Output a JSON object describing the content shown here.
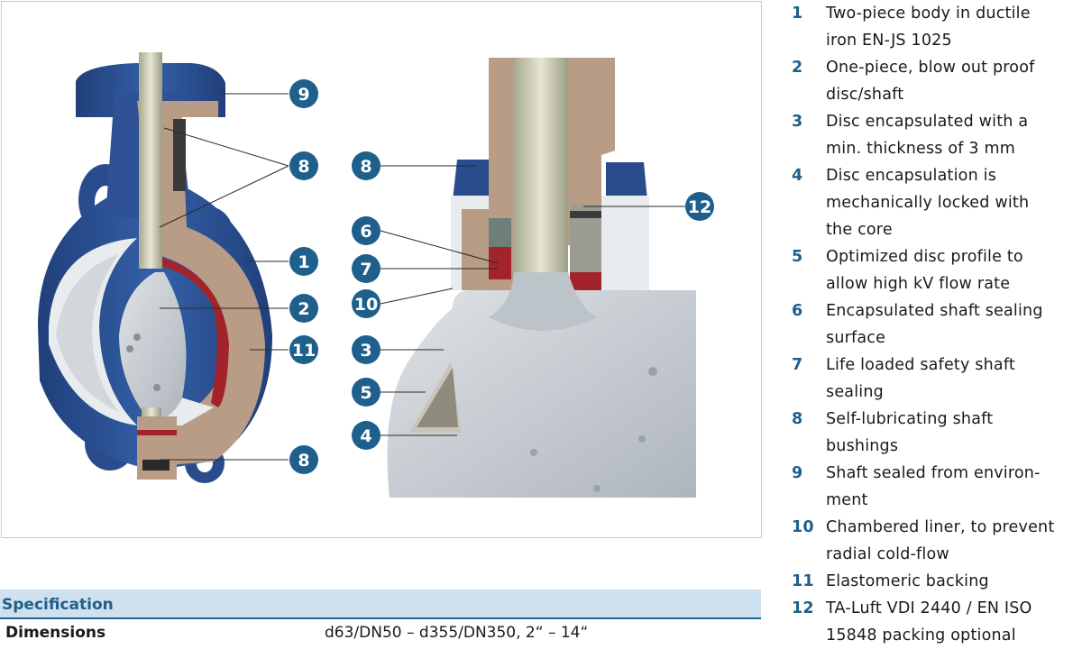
{
  "legend": [
    {
      "num": "1",
      "text": "Two-piece body in ductile\niron EN-JS 1025"
    },
    {
      "num": "2",
      "text": "One-piece, blow out proof\ndisc/shaft"
    },
    {
      "num": "3",
      "text": "Disc encapsulated with a\nmin. thickness of 3 mm"
    },
    {
      "num": "4",
      "text": "Disc encapsulation is\nmechanically locked with\nthe core"
    },
    {
      "num": "5",
      "text": "Optimized disc profile to\nallow high kV flow rate"
    },
    {
      "num": "6",
      "text": "Encapsulated shaft sealing\nsurface"
    },
    {
      "num": "7",
      "text": "Life loaded safety shaft\nsealing"
    },
    {
      "num": "8",
      "text": "Self-lubricating shaft\nbushings"
    },
    {
      "num": "9",
      "text": "Shaft sealed from environ-\nment"
    },
    {
      "num": "10",
      "text": "Chambered liner, to prevent\nradial cold-flow"
    },
    {
      "num": "11",
      "text": "Elastomeric backing"
    },
    {
      "num": "12",
      "text": "TA-Luft VDI 2440 / EN ISO\n15848 packing optional"
    }
  ],
  "callouts": {
    "c9": "9",
    "c8a": "8",
    "c1": "1",
    "c2": "2",
    "c11": "11",
    "c8b": "8",
    "c8c": "8",
    "c6": "6",
    "c7": "7",
    "c10": "10",
    "c3": "3",
    "c5": "5",
    "c4": "4",
    "c12": "12"
  },
  "specification": {
    "header": "Specification",
    "rows": [
      {
        "label": "Dimensions",
        "value": "d63/DN50 – d355/DN350, 2“ – 14“"
      }
    ]
  },
  "colors": {
    "brand_blue": "#1f5f8b",
    "body_blue": "#2b4c8c",
    "liner_white": "#e8ecef",
    "disc_grey": "#c9ced3",
    "bronze": "#b89c86",
    "elastomer_red": "#a3232a"
  }
}
